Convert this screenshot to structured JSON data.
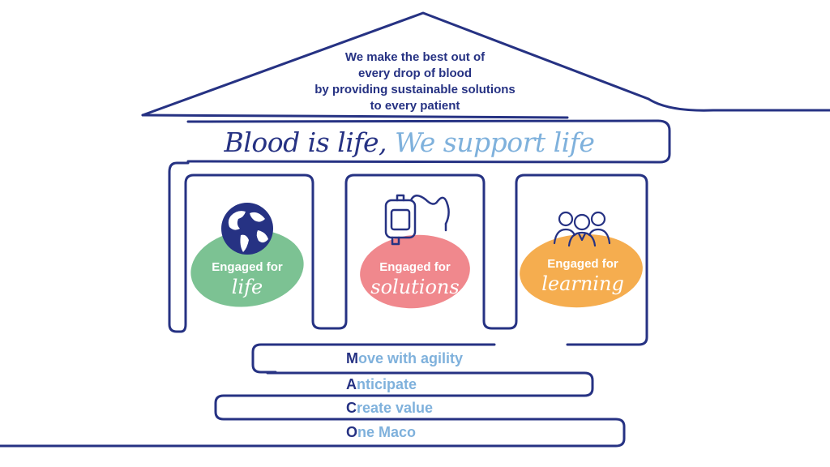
{
  "mission": {
    "lines": [
      "We make the best out of",
      "every drop of blood",
      "by providing sustainable solutions",
      "to every patient"
    ]
  },
  "motto": {
    "part1": "Blood is life,",
    "part2": "We support life"
  },
  "pillars": [
    {
      "line1": "Engaged for",
      "line2": "life",
      "icon": "globe-icon",
      "color": "#7cc293"
    },
    {
      "line1": "Engaged for",
      "line2": "solutions",
      "icon": "blood-bag-icon",
      "color": "#f0888d"
    },
    {
      "line1": "Engaged for",
      "line2": "learning",
      "icon": "team-icon",
      "color": "#f5ad4f"
    }
  ],
  "values": [
    {
      "initial": "M",
      "rest": "ove with agility"
    },
    {
      "initial": "A",
      "rest": "nticipate"
    },
    {
      "initial": "C",
      "rest": "reate value"
    },
    {
      "initial": "O",
      "rest": "ne Maco"
    }
  ],
  "colors": {
    "navy": "#263283",
    "light_blue": "#7fb1dc",
    "green": "#7cc293",
    "pink": "#f0888d",
    "orange": "#f5ad4f"
  }
}
